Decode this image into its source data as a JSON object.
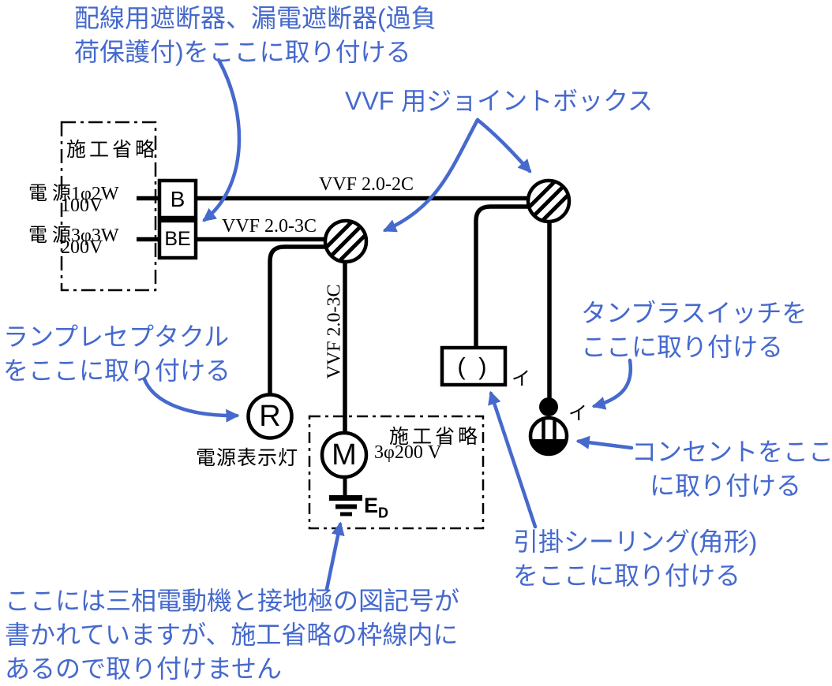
{
  "colors": {
    "annotation_blue": "#4569cd",
    "line_black": "#000000"
  },
  "annotations": {
    "breaker_line1": "配線用遮断器、漏電遮断器(過負",
    "breaker_line2": "荷保護付)をここに取り付ける",
    "joint_box": "VVF 用ジョイントボックス",
    "lamp_line1": "ランプレセプタクル",
    "lamp_line2": "をここに取り付ける",
    "tumbler_line1": "タンブラスイッチを",
    "tumbler_line2": "ここに取り付ける",
    "outlet_line1": "コンセントをここ",
    "outlet_line2": "に取り付ける",
    "ceiling_line1": "引掛シーリング(角形)",
    "ceiling_line2": "をここに取り付ける",
    "note_line1": "ここには三相電動機と接地極の図記号が",
    "note_line2": "書かれていますが、施工省略の枠線内に",
    "note_line3": "あるので取り付けません"
  },
  "diagram": {
    "omission_top": "施工省略",
    "omission_bottom": "施工省略",
    "source1_name": "電 源1φ2W",
    "source1_voltage": "100V",
    "source2_name": "電 源3φ3W",
    "source2_voltage": "200V",
    "cable_top": "VVF 2.0-2C",
    "cable_left": "VVF 2.0-3C",
    "cable_drop": "VVF 2.0-3C",
    "breaker_b": "B",
    "breaker_be": "BE",
    "lamp_symbol": "R",
    "lamp_caption": "電源表示灯",
    "motor_symbol": "M",
    "motor_spec": "3φ200 V",
    "ceiling_symbol": "( )",
    "circuit_mark_ceiling": "イ",
    "circuit_mark_switch": "イ",
    "ground_main": "E",
    "ground_sub": "D"
  }
}
